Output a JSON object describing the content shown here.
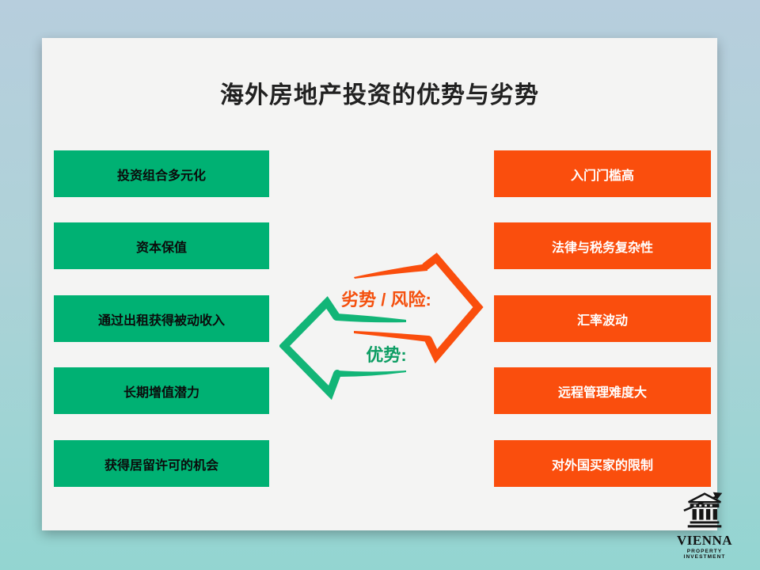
{
  "slide": {
    "title": "海外房地产投资的优势与劣势"
  },
  "advantages": {
    "label": "优势:",
    "items": [
      "投资组合多元化",
      "资本保值",
      "通过出租获得被动收入",
      "长期增值潜力",
      "获得居留许可的机会"
    ]
  },
  "disadvantages": {
    "label": "劣势 / 风险:",
    "items": [
      "入门门槛高",
      "法律与税务复杂性",
      "汇率波动",
      "远程管理难度大",
      "对外国买家的限制"
    ]
  },
  "logo": {
    "name": "VIENNA",
    "tagline": "PROPERTY INVESTMENT",
    "icon": "bank-building-growth-arrow-icon"
  },
  "colors": {
    "advantage_green": "#00b173",
    "disadvantage_orange": "#fa4e0d",
    "arrow_green": "#12b577",
    "arrow_orange": "#fa4e0d",
    "label_green": "#0e9e64",
    "label_orange": "#f4500e",
    "card_background": "#f4f4f3",
    "page_background_top": "#b7cedd",
    "page_background_bottom": "#93d5d1"
  }
}
